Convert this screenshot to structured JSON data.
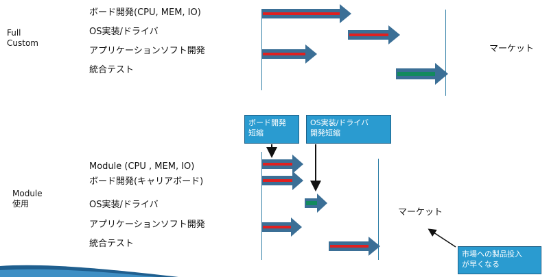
{
  "top": {
    "side_label": [
      "Full",
      "Custom"
    ],
    "rows": [
      "ボード開発(CPU, MEM, IO)",
      "OS実装/ドライバ",
      "アプリケーションソフト開発",
      "統合テスト"
    ],
    "market": "マーケット"
  },
  "bottom": {
    "side_label": [
      "Module",
      "使用"
    ],
    "rows": [
      "Module (CPU , MEM, IO)",
      "ボード開発(キャリアボード)",
      "OS実装/ドライバ",
      "アプリケーションソフト開発",
      "統合テスト"
    ],
    "market": "マーケット",
    "callouts": {
      "board_short": [
        "ボード開発",
        "短縮"
      ],
      "os_short": [
        "OS実装/ドライバ",
        "開発短縮"
      ],
      "market_early": [
        "市場への製品投入",
        "が早くなる"
      ]
    }
  },
  "colors": {
    "arrow_red": "#e02020",
    "arrow_blue": "#3b6f96",
    "arrow_green": "#128a5e",
    "box_blue": "#2a9bd0",
    "line_blue": "#2e7ea6"
  }
}
